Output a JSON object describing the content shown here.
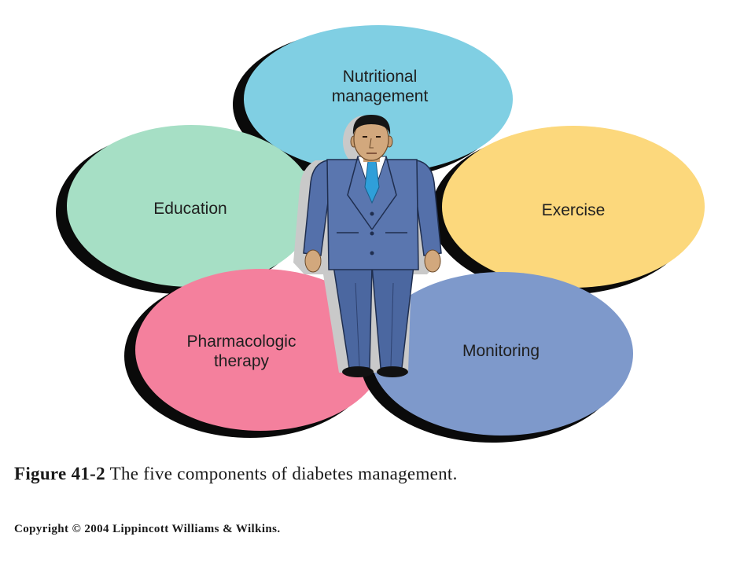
{
  "diagram": {
    "components": [
      {
        "label_lines": [
          "Nutritional",
          "management"
        ],
        "color": "#80CFE3"
      },
      {
        "label_lines": [
          "Education"
        ],
        "color": "#A6DFC5"
      },
      {
        "label_lines": [
          "Exercise"
        ],
        "color": "#FCD87C"
      },
      {
        "label_lines": [
          "Pharmacologic",
          "therapy"
        ],
        "color": "#F4809D"
      },
      {
        "label_lines": [
          "Monitoring"
        ],
        "color": "#7E99CB"
      }
    ],
    "center_figure": "man-in-suit-icon"
  },
  "caption": {
    "figure_label": "Figure 41-2",
    "text": "The five components of diabetes management."
  },
  "copyright": "Copyright © 2004 Lippincott Williams & Wilkins."
}
